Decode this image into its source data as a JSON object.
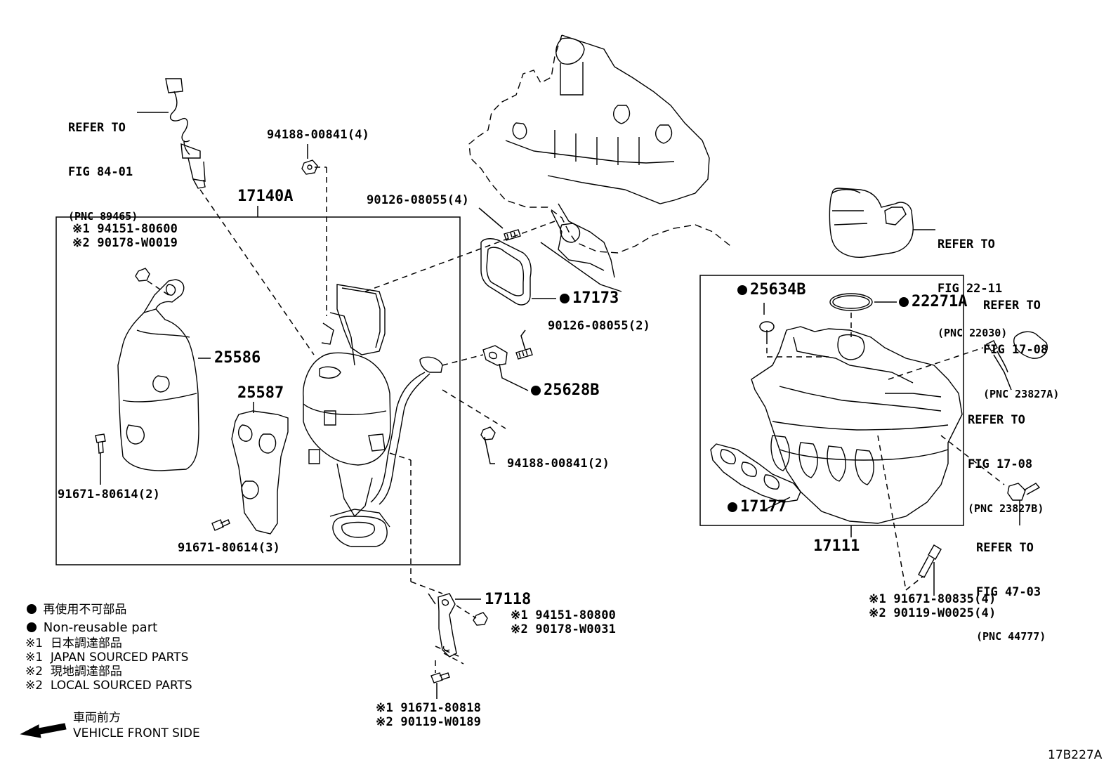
{
  "refs": {
    "sensor": {
      "line1": "REFER TO",
      "line2": "FIG 84-01",
      "line3": "(PNC 89465)"
    },
    "throttle": {
      "line1": "REFER TO",
      "line2": "FIG 22-11",
      "line3": "(PNC 22030)"
    },
    "fig1708a": {
      "line1": "REFER TO",
      "line2": "FIG 17-08",
      "line3": "(PNC 23827A)"
    },
    "fig1708b": {
      "line1": "REFER TO",
      "line2": "FIG 17-08",
      "line3": "(PNC 23827B)"
    },
    "fig4703": {
      "line1": "REFER TO",
      "line2": "FIG 47-03",
      "line3": "(PNC 44777)"
    }
  },
  "labels": {
    "assy_17140a": "17140A",
    "assy_17111": "17111",
    "p_94188_4": "94188-00841(4)",
    "p_90126_4": "90126-08055(4)",
    "p_90126_2": "90126-08055(2)",
    "p_94188_2": "94188-00841(2)",
    "p_17173": "17173",
    "p_25628b": "25628B",
    "p_25586": "25586",
    "p_25587": "25587",
    "p_91671_2": "91671-80614(2)",
    "p_91671_3": "91671-80614(3)",
    "p_17118": "17118",
    "p_25634b": "25634B",
    "p_22271a": "22271A",
    "p_17177": "17177",
    "nut_a_1": "※1 94151-80600",
    "nut_a_2": "※2 90178-W0019",
    "nut_b_1": "※1 94151-80800",
    "nut_b_2": "※2 90178-W0031",
    "bolt_a_1": "※1 91671-80818",
    "bolt_a_2": "※2 90119-W0189",
    "bolt_b_1": "※1 91671-80835(4)",
    "bolt_b_2": "※2 90119-W0025(4)"
  },
  "legend": {
    "nonreuse_jp": "再使用不可部品",
    "nonreuse_en": "Non-reusable part",
    "src1_jp": "※1  日本調達部品",
    "src1_en": "※1  JAPAN SOURCED PARTS",
    "src2_jp": "※2  現地調達部品",
    "src2_en": "※2  LOCAL SOURCED PARTS",
    "front_jp": "車両前方",
    "front_en": "VEHICLE FRONT SIDE"
  },
  "figure_id": "17B227A"
}
